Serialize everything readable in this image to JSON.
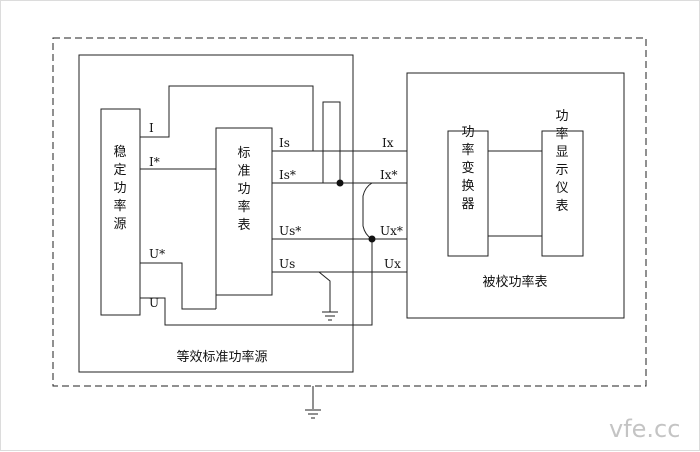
{
  "labels": {
    "stable_source": "稳定功率源",
    "standard_meter": "标准功率表",
    "converter": "功率变换器",
    "display": "功率显示仪表",
    "meter_under_test": "被校功率表",
    "equivalent_source": "等效标准功率源"
  },
  "terminals": {
    "I": "I",
    "I_star": "I*",
    "U_star": "U*",
    "U": "U",
    "Is": "Is",
    "Is_star": "Is*",
    "Us_star": "Us*",
    "Us": "Us",
    "Ix": "Ix",
    "Ix_star": "Ix*",
    "Ux_star": "Ux*",
    "Ux": "Ux"
  },
  "watermark": "vfe.cc"
}
